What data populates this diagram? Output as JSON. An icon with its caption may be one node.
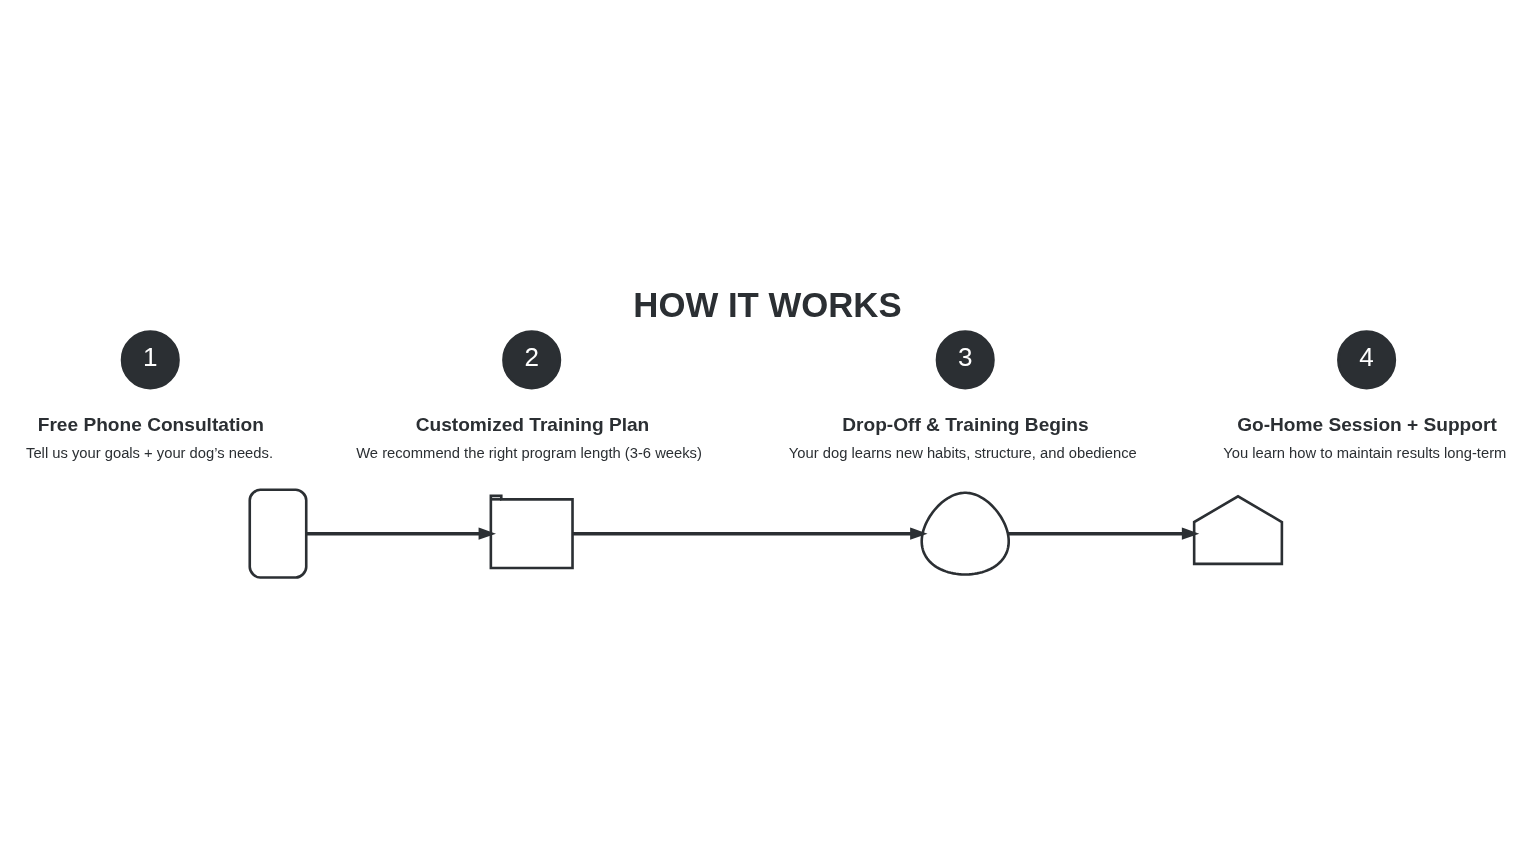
{
  "diagram": {
    "title": "HOW IT WORKS",
    "nodes": [
      {
        "text": [
          "1"
        ],
        "beside": [
          "Free Phone Consultation",
          "Tell us your goals + your dog’s needs."
        ]
      },
      {
        "text": [
          "2"
        ],
        "beside": [
          "Customized Training Plan",
          "We recommend the right program length (3-6 weeks)"
        ]
      },
      {
        "text": [
          "3"
        ],
        "beside": [
          "Drop-Off & Training Begins",
          "Your dog learns new habits, structure, and obedience"
        ]
      },
      {
        "text": [
          "4"
        ],
        "beside": [
          "Go-Home Session + Support",
          "You learn how to maintain results long-term"
        ]
      },
      {
        "text": [],
        "shape": "phone"
      },
      {
        "text": [],
        "shape": "calendar"
      },
      {
        "text": [],
        "shape": "person"
      },
      {
        "text": [],
        "shape": "house"
      }
    ],
    "edges": [
      {
        "from": 4,
        "to": 5,
        "arrow": "to"
      },
      {
        "from": 5,
        "to": 6,
        "arrow": "to"
      },
      {
        "from": 6,
        "to": 7,
        "arrow": "to"
      }
    ]
  }
}
